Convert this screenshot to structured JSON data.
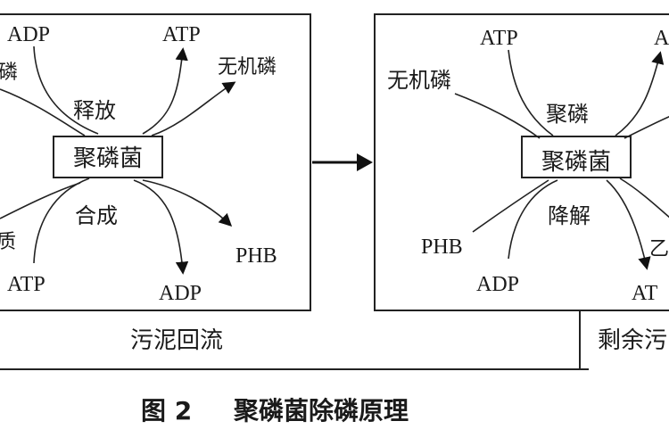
{
  "left_panel": {
    "top_labels": {
      "adp": "ADP",
      "atp": "ATP",
      "phosphate": "无机磷",
      "phosphate_cut": "磷",
      "release": "释放"
    },
    "center_box": "聚磷菌",
    "bottom_labels": {
      "synthesis": "合成",
      "atp": "ATP",
      "adp": "ADP",
      "phb": "PHB",
      "cut_char": "质"
    }
  },
  "right_panel": {
    "top_labels": {
      "atp": "ATP",
      "adp_cut": "A",
      "phosphate": "无机磷",
      "uptake": "聚磷"
    },
    "center_box": "聚磷菌",
    "bottom_labels": {
      "degrade": "降解",
      "phb": "PHB",
      "adp": "ADP",
      "atp_cut": "AT",
      "cut_char": "乙"
    }
  },
  "bottom_band": {
    "left_label": "污泥回流",
    "right_label": "剩余污"
  },
  "caption": {
    "figure_number": "图 2",
    "title": "聚磷菌除磷原理"
  },
  "colors": {
    "ink": "#1a1a1a",
    "background": "#ffffff"
  }
}
